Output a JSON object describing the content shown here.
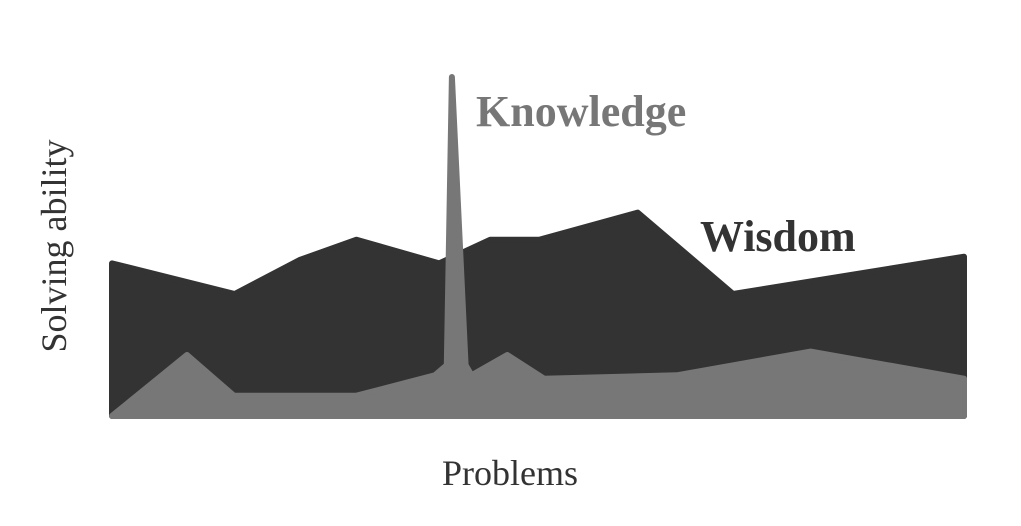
{
  "chart_data": {
    "type": "area",
    "xlabel": "Problems",
    "ylabel": "Solving ability",
    "xlim": [
      0,
      100
    ],
    "ylim": [
      0,
      100
    ],
    "grid": false,
    "series": [
      {
        "name": "Wisdom",
        "color": "#333333",
        "x": [
          0,
          14.4,
          22,
          28.7,
          38.4,
          44.4,
          50.2,
          61.7,
          72.9,
          100
        ],
        "y": [
          45,
          36,
          46,
          52,
          45,
          52,
          52,
          60,
          36,
          47
        ]
      },
      {
        "name": "Knowledge",
        "color": "#777777",
        "x": [
          0,
          8.8,
          14.3,
          28.7,
          37.9,
          39.3,
          39.9,
          41.5,
          42.2,
          46.4,
          50.7,
          66.3,
          82,
          100
        ],
        "y": [
          0,
          18,
          6,
          6,
          12,
          15,
          100,
          15,
          12,
          18,
          11,
          12,
          19,
          11
        ]
      }
    ]
  }
}
